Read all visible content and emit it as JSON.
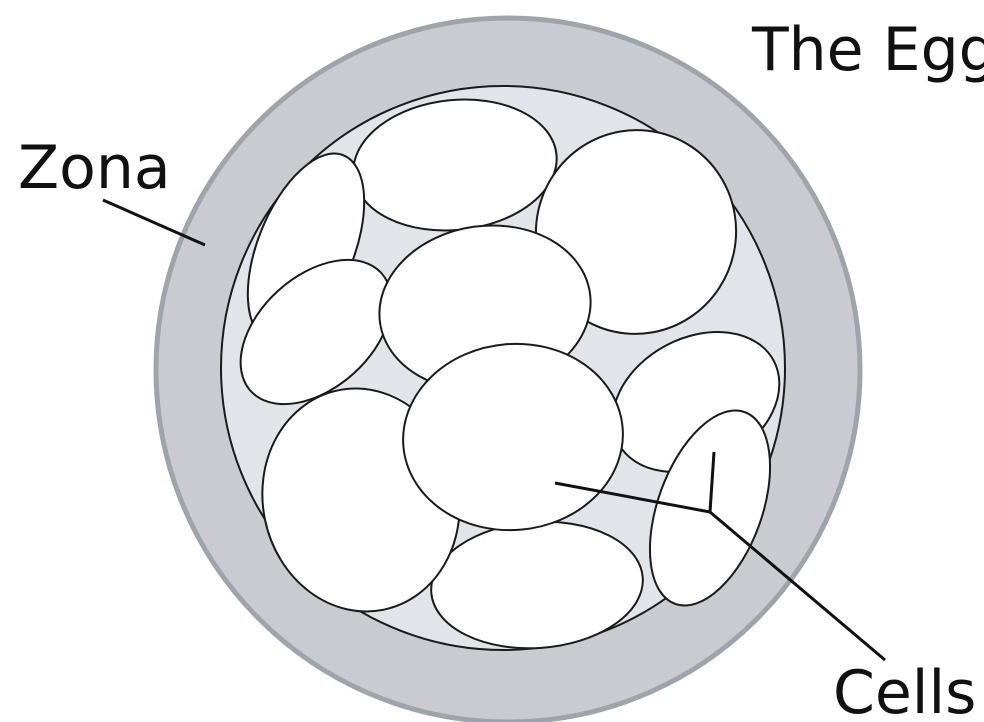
{
  "title": "The Egg",
  "labels": {
    "zona": "Zona",
    "cells": "Cells"
  },
  "colors": {
    "zona_fill": "#c9cbd0",
    "zona_outline": "#9fa3aa",
    "cytoplasm_fill": "#e1e4e9",
    "cell_fill": "#ffffff",
    "outline": "#1a1a1a",
    "text": "#111111"
  }
}
